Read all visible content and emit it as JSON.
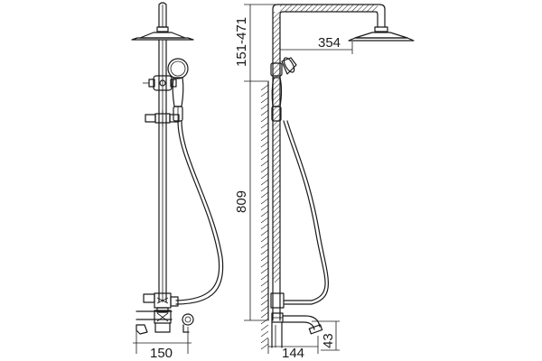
{
  "dimensions": {
    "arm_length": "354",
    "height_range": "151-471",
    "rail_height": "809",
    "spout_projection": "144",
    "spout_height": "43",
    "mixer_width": "150"
  }
}
